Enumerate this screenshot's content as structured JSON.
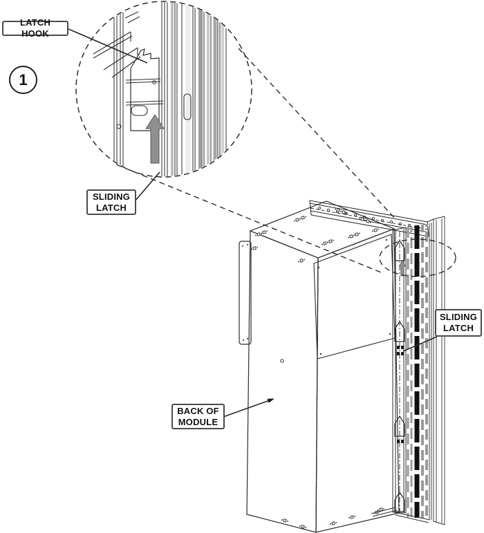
{
  "diagram": {
    "step_number": "1",
    "callouts": {
      "latch_hook": "LATCH HOOK",
      "sliding_latch_detail": "SLIDING LATCH",
      "sliding_latch_rail": "SLIDING LATCH",
      "back_of_module": "BACK OF MODULE"
    },
    "colors": {
      "line": "#2b2b2b",
      "arrow_fill": "#8f8f8f",
      "arrow_outline": "#5a5a5a",
      "background": "#ffffff",
      "label_border": "#4a4a4a"
    }
  }
}
